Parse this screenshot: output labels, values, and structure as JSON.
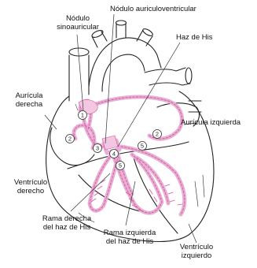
{
  "labels": {
    "sinoatrial_l1": "Nódulo",
    "sinoatrial_l2": "sinoauricular",
    "av_node": "Nódulo auriculoventricular",
    "his_bundle": "Haz de His",
    "right_atrium_l1": "Aurícula",
    "right_atrium_l2": "derecha",
    "left_atrium": "Aurícula izquierda",
    "right_ventricle_l1": "Ventrículo",
    "right_ventricle_l2": "derecho",
    "right_branch_l1": "Rama derecha",
    "right_branch_l2": "del haz de His",
    "left_branch_l1": "Rama izquierda",
    "left_branch_l2": "del haz de His",
    "left_ventricle_l1": "Ventrículo",
    "left_ventricle_l2": "izquierdo"
  },
  "markers": [
    "1",
    "2",
    "2",
    "3",
    "4",
    "5",
    "5"
  ],
  "colors": {
    "outline": "#222222",
    "conduction": "#e8aed4",
    "conduction_dash": "#d4569e",
    "leader": "#333333"
  }
}
